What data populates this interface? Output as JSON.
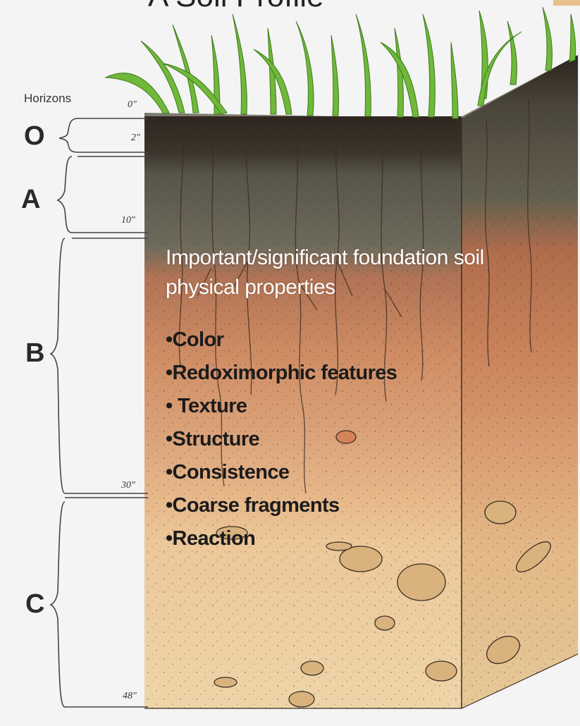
{
  "title": "A Soil Profile",
  "horizons_label": "Horizons",
  "horizons": [
    {
      "letter": "O"
    },
    {
      "letter": "A"
    },
    {
      "letter": "B"
    },
    {
      "letter": "C"
    }
  ],
  "depths": [
    "0\"",
    "2\"",
    "10\"",
    "30\"",
    "48\""
  ],
  "overlay": {
    "heading_line1": "Important/significant foundation soil",
    "heading_line2": "physical properties",
    "items": [
      "•Color",
      "•Redoximorphic features",
      "• Texture",
      "•Structure",
      "•Consistence",
      "•Coarse fragments",
      "•Reaction"
    ]
  },
  "colors": {
    "grass": "#6fb83a",
    "o_horizon": "#3b2f26",
    "a_horizon": "#5f5a4c",
    "b_horizon_top": "#c98660",
    "b_horizon_bottom": "#e2b07f",
    "c_horizon": "#ecd1a4",
    "bracket_stroke": "#444444"
  }
}
